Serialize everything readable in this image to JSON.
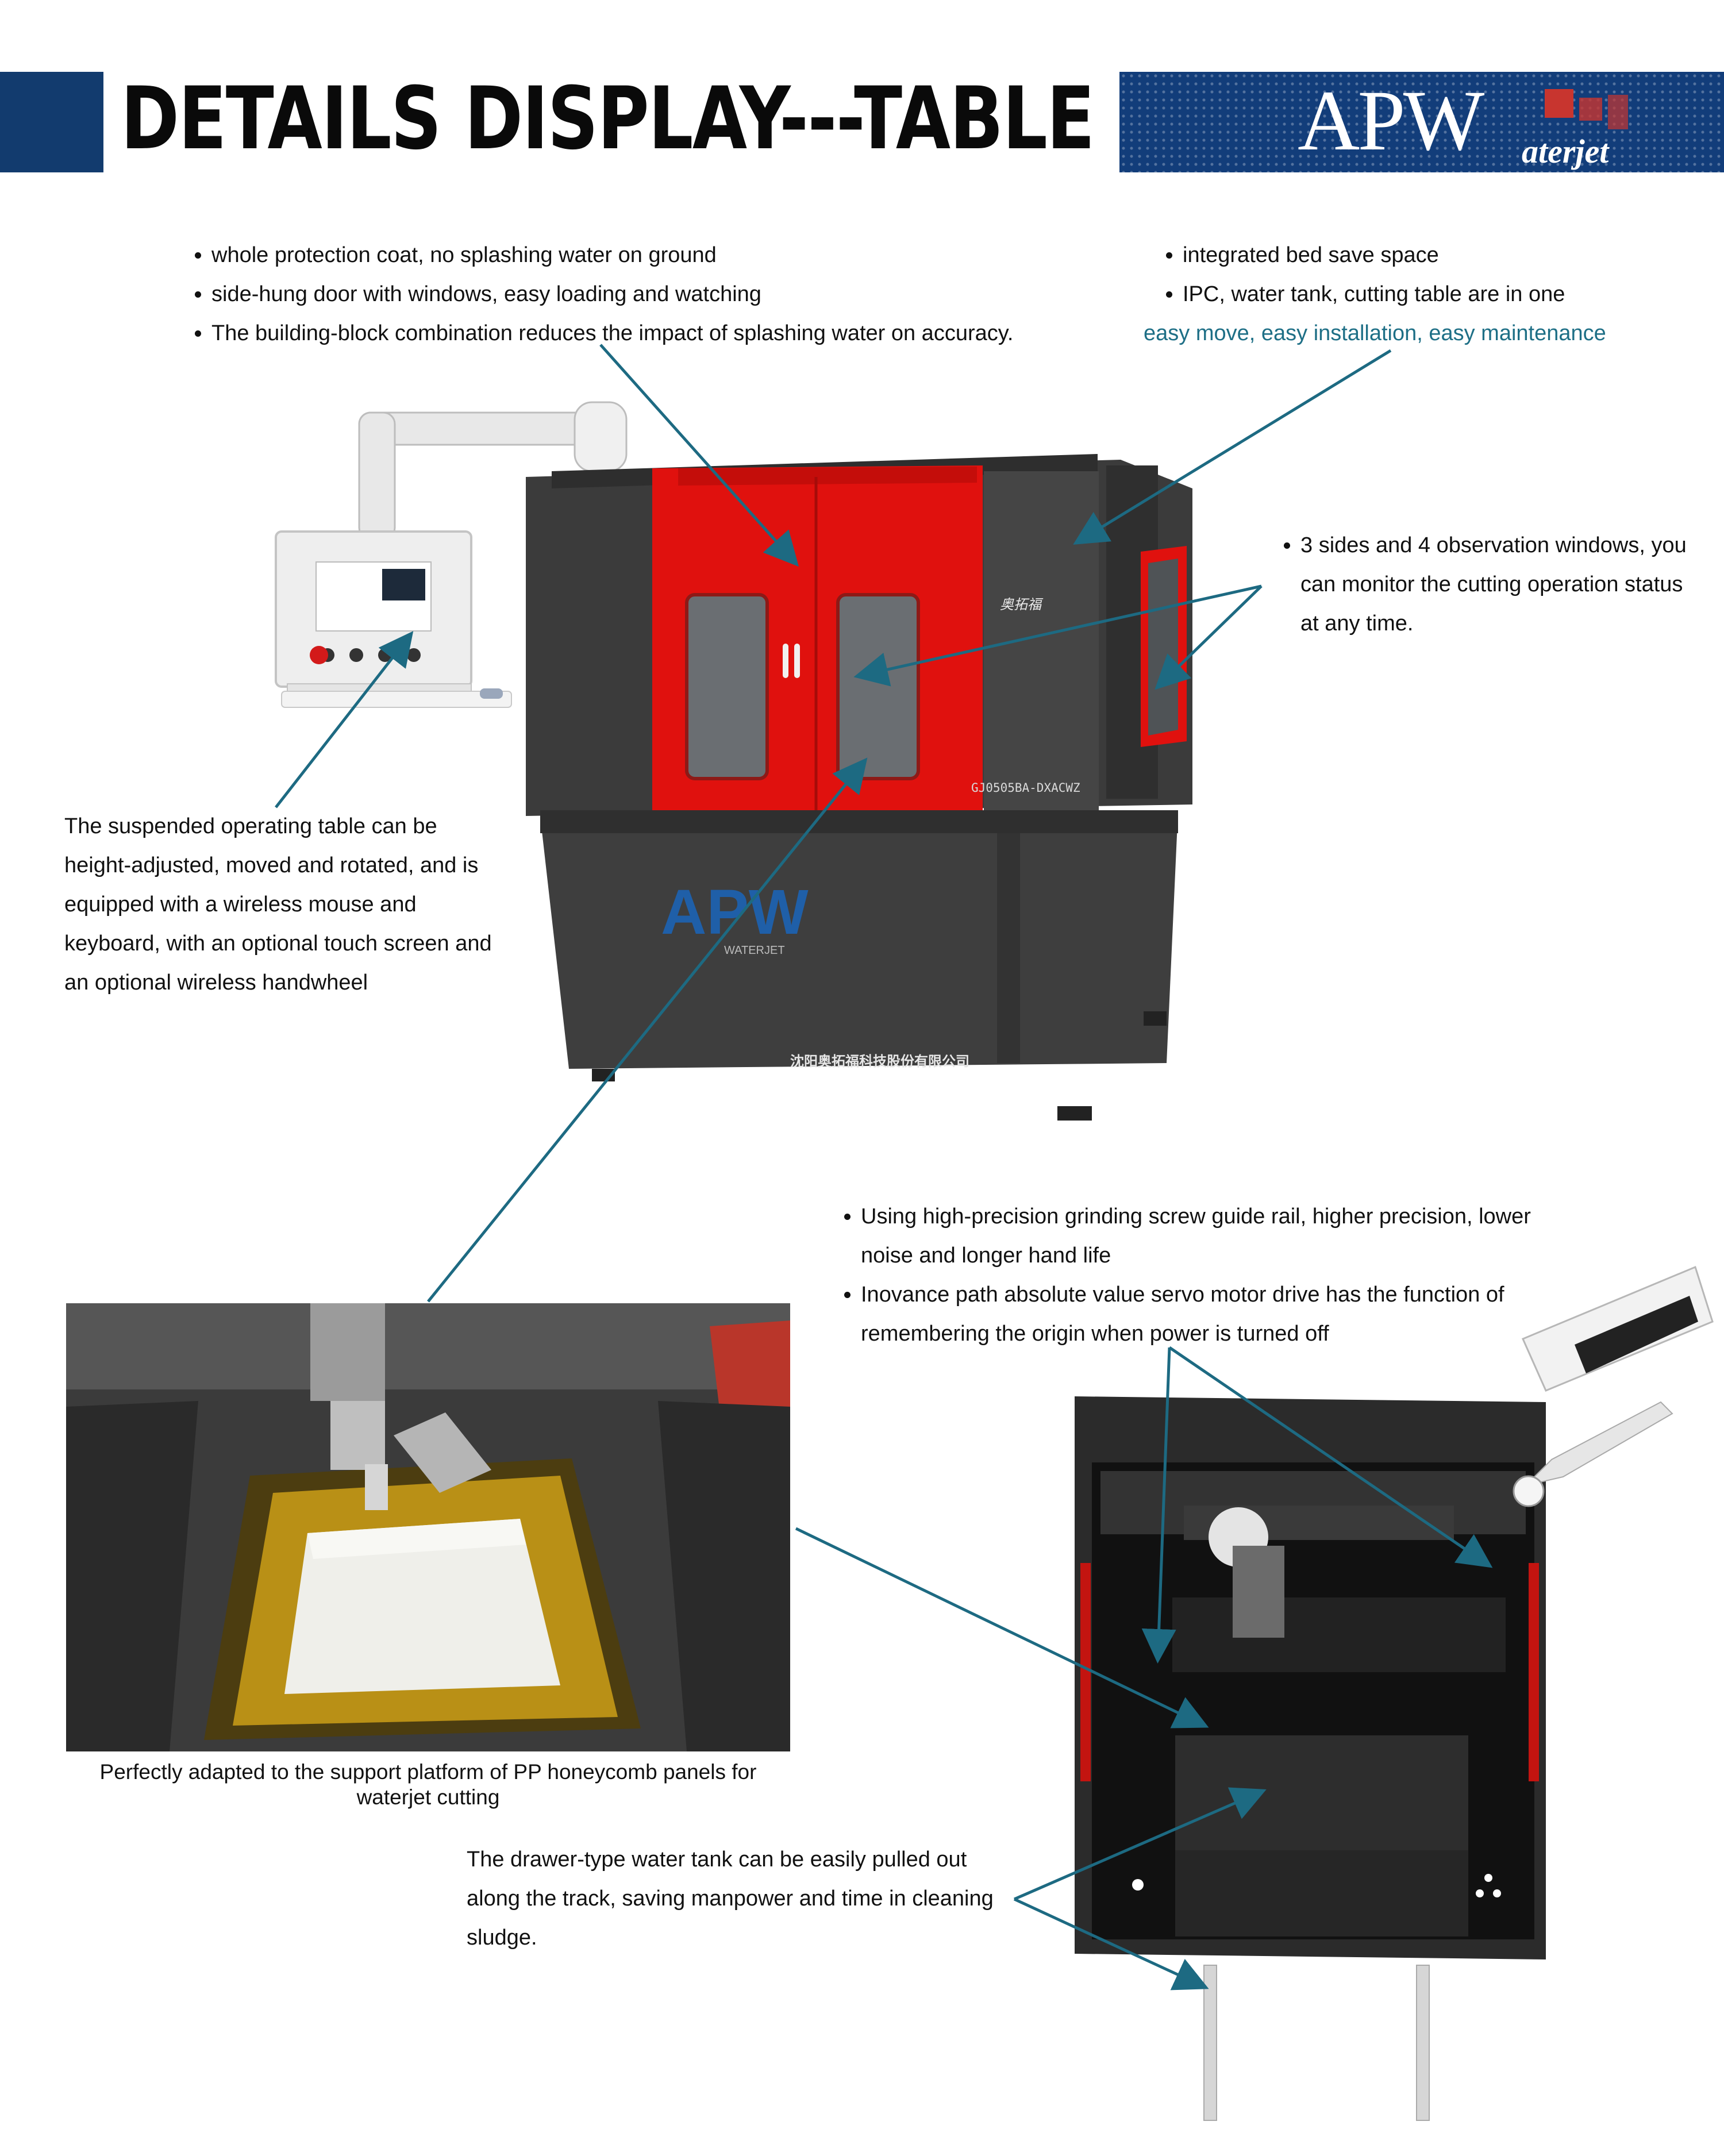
{
  "header": {
    "title": "DETAILS DISPLAY---TABLE",
    "brand_main": "APW",
    "brand_sub": "aterjet"
  },
  "machine": {
    "model_plate": "GJ0505BA-DXACWZ",
    "body_logo": "APW",
    "body_logo_sub": "WATERJET",
    "company_cn": "沈阳奥拓福科技股份有限公司",
    "badge_cn": "奥拓福"
  },
  "notes": {
    "protection": [
      "whole protection coat, no splashing water on ground",
      "side-hung door with windows, easy loading and watching",
      "The building-block combination reduces the impact of splashing water on accuracy."
    ],
    "integrated": [
      "integrated bed save space",
      "IPC, water tank, cutting table are in one"
    ],
    "integrated_highlight": "easy move, easy installation, easy maintenance",
    "windows": "3 sides and 4 observation windows, you can monitor the cutting operation status at any time.",
    "operating_table": "The suspended operating table can be height-adjusted, moved and rotated, and is equipped with a wireless mouse and keyboard, with an optional touch screen and an optional wireless handwheel",
    "guide_rail": [
      "Using high-precision grinding screw guide rail, higher precision, lower noise and longer hand life",
      "Inovance path absolute value servo motor drive has the function of remembering the origin when power is turned off"
    ],
    "photo_caption": "Perfectly adapted to the support platform of PP honeycomb panels for waterjet cutting",
    "drawer": "The drawer-type water tank can be easily pulled out along the track, saving manpower and time in cleaning sludge."
  },
  "colors": {
    "header_blue": "#123b6e",
    "accent_teal": "#1e6f86",
    "machine_red": "#e0110e",
    "machine_dark": "#3a3a3a",
    "arrow": "#1d6a82"
  }
}
